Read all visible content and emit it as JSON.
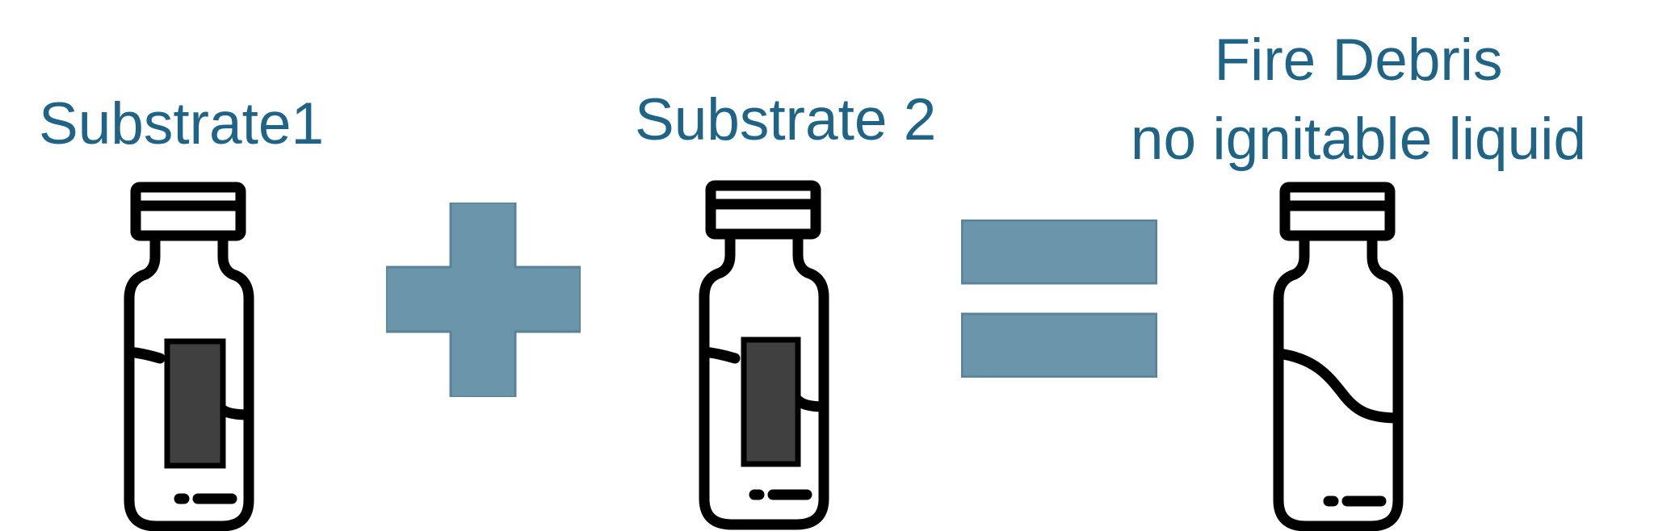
{
  "colors": {
    "accent": "#1f6387",
    "operator_fill": "#6b95aa",
    "operator_stroke": "#5a8298",
    "vial_outline": "#000000",
    "substrate_fill": "#404040"
  },
  "equation": {
    "term1": {
      "label": "Substrate1",
      "icon": "vial-with-substrate-icon"
    },
    "operator1": {
      "symbol": "+",
      "icon": "plus-icon"
    },
    "term2": {
      "label": "Substrate 2",
      "icon": "vial-with-substrate-icon"
    },
    "operator2": {
      "symbol": "=",
      "icon": "equals-icon"
    },
    "result": {
      "label_line1": "Fire Debris",
      "label_line2": "no ignitable liquid",
      "icon": "empty-vial-icon"
    }
  }
}
